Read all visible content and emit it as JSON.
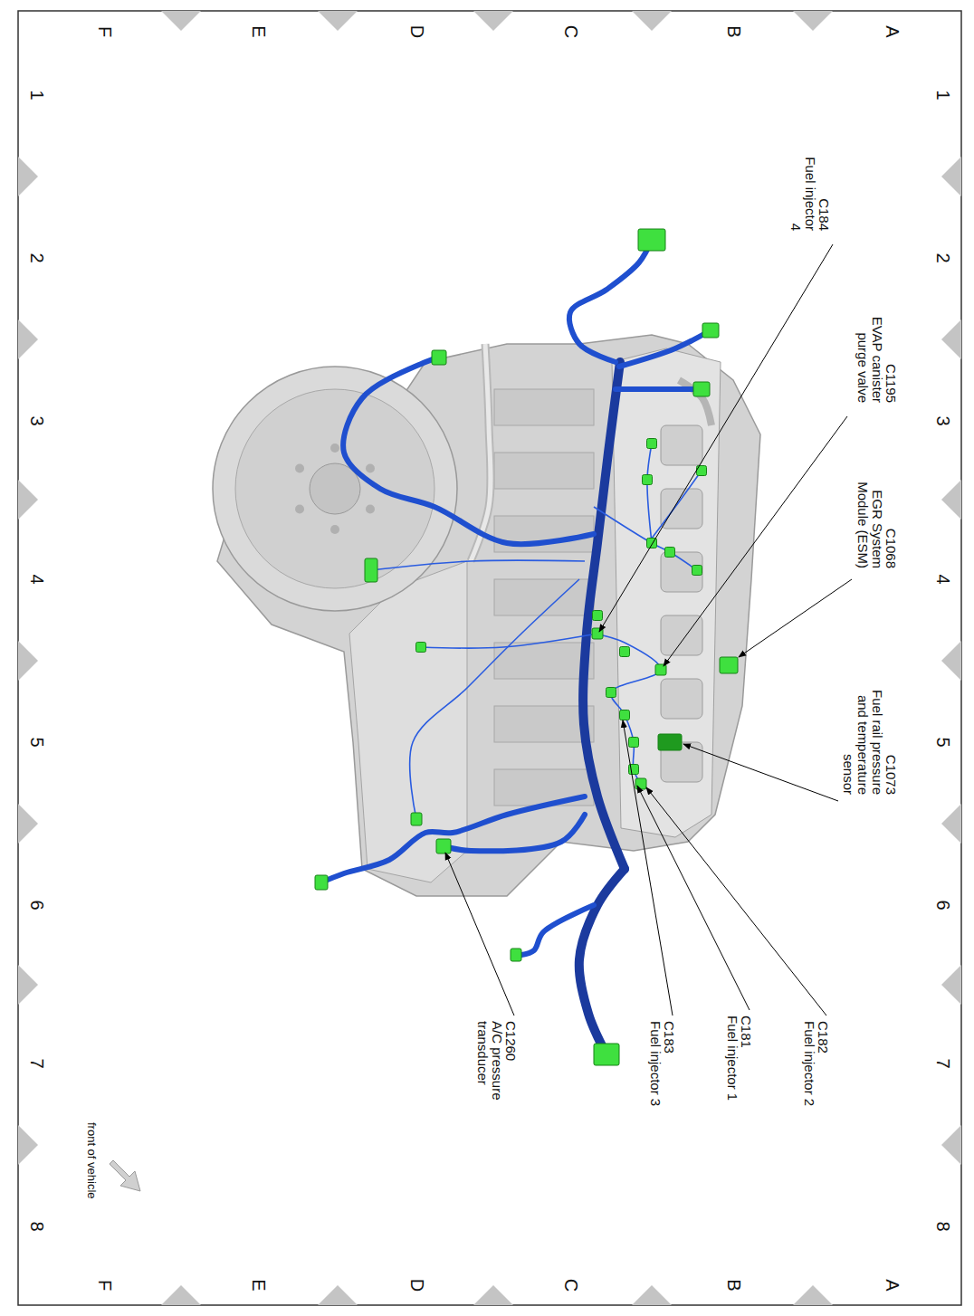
{
  "diagram": {
    "labels": [
      "1",
      "2",
      "3",
      "4",
      "5",
      "6",
      "7",
      "8",
      "A",
      "B",
      "C",
      "D",
      "E",
      "F",
      "C184",
      "Fuel injector 4",
      "C1195",
      "EVAP canister purge valve",
      "C1068",
      "EGR System Module (ESM)",
      "C1073",
      "Fuel rail pressure and temperature sensor",
      "C182",
      "Fuel injector 2",
      "C181",
      "Fuel injector 1",
      "C183",
      "Fuel injector 3",
      "C1260",
      "A/C pressure transducer",
      "A",
      "B",
      "C",
      "D",
      "E",
      "F",
      "front of vehicle",
      "1",
      "2",
      "3",
      "4",
      "5",
      "6",
      "7",
      "8"
    ]
  }
}
